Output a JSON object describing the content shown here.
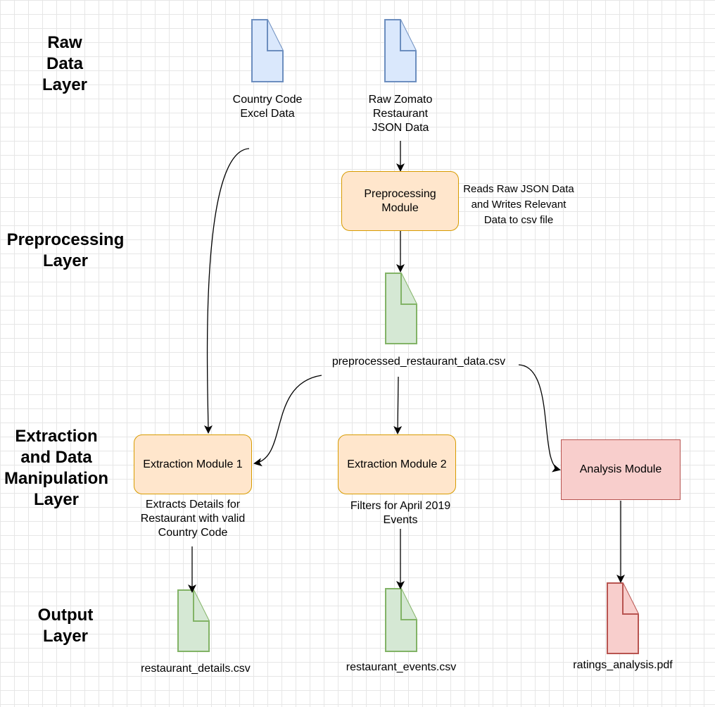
{
  "layers": {
    "raw": "Raw Data Layer",
    "preprocessing": "Preprocessing Layer",
    "extraction": "Extraction and Data Manipulation Layer",
    "output": "Output Layer"
  },
  "files": {
    "country_code": "Country Code Excel Data",
    "raw_zomato": "Raw Zomato Restaurant JSON Data",
    "preprocessed": "preprocessed_restaurant_data.csv",
    "restaurant_details": "restaurant_details.csv",
    "restaurant_events": "restaurant_events.csv",
    "ratings_analysis": "ratings_analysis.pdf"
  },
  "modules": {
    "preprocessing": "Preprocessing Module",
    "extraction1": "Extraction Module 1",
    "extraction2": "Extraction Module 2",
    "analysis": "Analysis Module"
  },
  "notes": {
    "preprocessing": "Reads Raw JSON Data and Writes Relevant Data to csv file",
    "extraction1": "Extracts Details for Restaurant with valid Country Code",
    "extraction2": "Filters for April 2019 Events"
  },
  "colors": {
    "blue_fill": "#dae8fc",
    "blue_stroke": "#6c8ebf",
    "green_fill": "#d5e8d4",
    "green_stroke": "#82b366",
    "red_fill": "#f8cecc",
    "red_stroke": "#b85450",
    "orange_fill": "#ffe6cc",
    "orange_stroke": "#d79b00"
  }
}
